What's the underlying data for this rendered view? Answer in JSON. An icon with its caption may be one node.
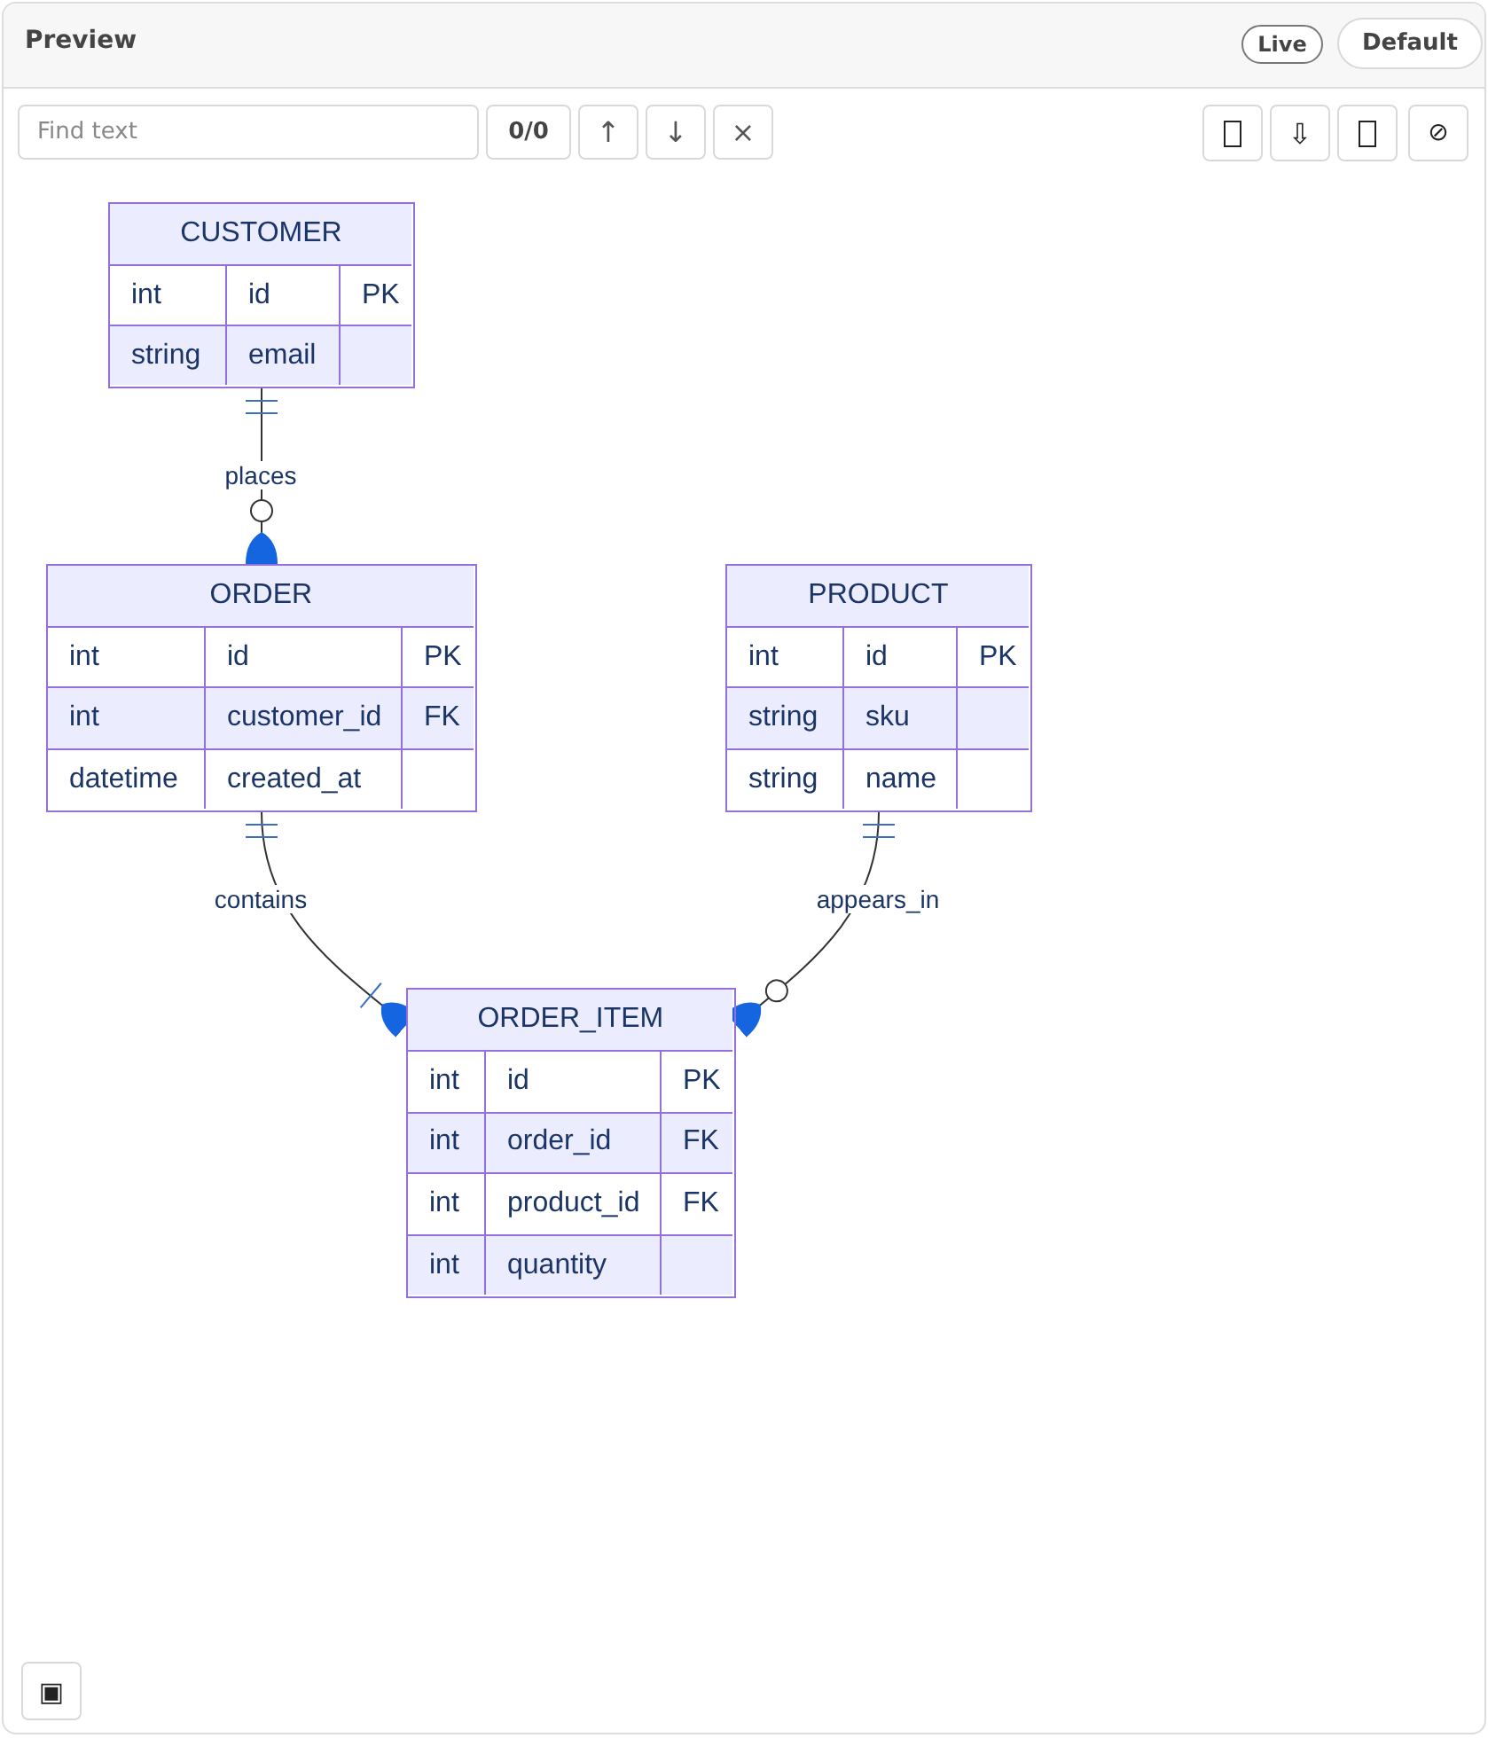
{
  "diagram": {
    "nodes": [
      {
        "text": [
          "CUSTOMER",
          "int",
          "id",
          "PK",
          "string",
          "email"
        ]
      },
      {
        "text": [
          "ORDER",
          "int",
          "id",
          "PK",
          "int",
          "customer_id",
          "FK",
          "datetime",
          "created_at"
        ]
      },
      {
        "text": [
          "PRODUCT",
          "int",
          "id",
          "PK",
          "string",
          "sku",
          "string",
          "name"
        ]
      },
      {
        "text": [
          "ORDER_ITEM",
          "int",
          "id",
          "PK",
          "int",
          "order_id",
          "FK",
          "int",
          "product_id",
          "FK",
          "int",
          "quantity"
        ]
      }
    ],
    "edges": [
      {
        "from": 0,
        "to": 1,
        "arrow": "other",
        "label": "places"
      },
      {
        "from": 1,
        "to": 3,
        "arrow": "other",
        "label": "contains"
      },
      {
        "from": 2,
        "to": 3,
        "arrow": "other",
        "label": "appears_in"
      }
    ],
    "labels": [
      "Preview",
      "Live",
      "Default",
      "Find text",
      "0/0",
      "↑",
      "↓",
      "×",
      "⇩",
      "⊘",
      "▣"
    ]
  }
}
